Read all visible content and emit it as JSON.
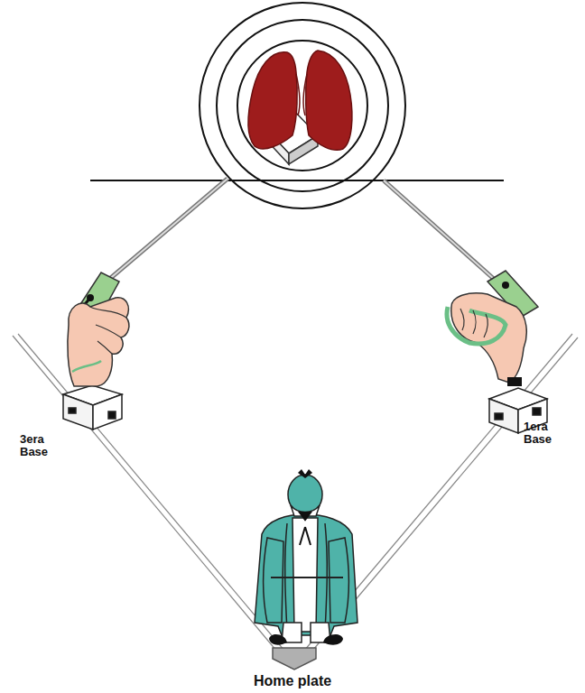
{
  "diagram": {
    "labels": [
      "3era Base",
      "1era Base",
      "Home plate"
    ]
  }
}
